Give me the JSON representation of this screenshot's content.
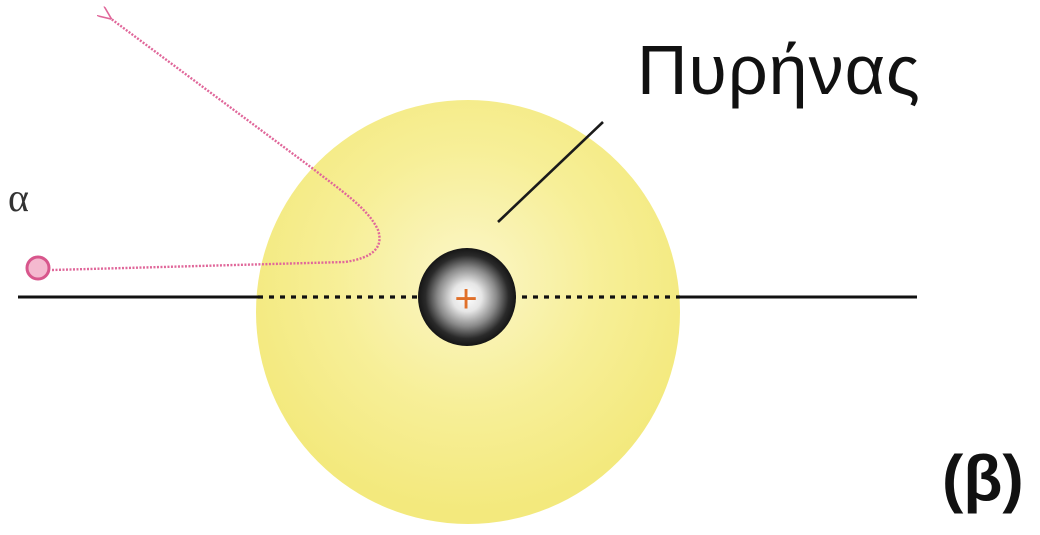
{
  "labels": {
    "nucleus": "Πυρήνας",
    "alpha": "α",
    "nucleus_charge": "+",
    "part": "(β)"
  },
  "colors": {
    "atom_fill": "#f6ee8f",
    "trajectory": "#e0679a",
    "nucleus_dark": "#1e1e1e",
    "charge_sign": "#e0702a",
    "axis": "#111111"
  }
}
